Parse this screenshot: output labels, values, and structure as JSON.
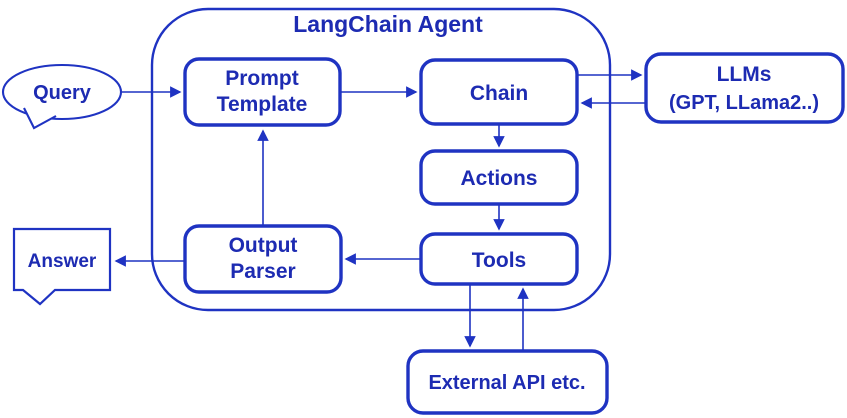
{
  "diagram": {
    "title": "LangChain Agent",
    "colors": {
      "stroke": "#1f33c2",
      "text": "#1d2bb2",
      "background": "#ffffff"
    },
    "nodes": {
      "query": {
        "label": "Query",
        "shape": "speech-bubble"
      },
      "prompt_template": {
        "line1": "Prompt",
        "line2": "Template",
        "shape": "rounded-rect"
      },
      "chain": {
        "label": "Chain",
        "shape": "rounded-rect"
      },
      "llms": {
        "line1": "LLMs",
        "line2": "(GPT, LLama2..)",
        "shape": "rounded-rect"
      },
      "actions": {
        "label": "Actions",
        "shape": "rounded-rect"
      },
      "tools": {
        "label": "Tools",
        "shape": "rounded-rect"
      },
      "output_parser": {
        "line1": "Output",
        "line2": "Parser",
        "shape": "rounded-rect"
      },
      "answer": {
        "label": "Answer",
        "shape": "callout-rectangle"
      },
      "external_api": {
        "label": "External API etc.",
        "shape": "rounded-rect"
      }
    },
    "edges": [
      {
        "from": "query",
        "to": "prompt_template"
      },
      {
        "from": "prompt_template",
        "to": "chain"
      },
      {
        "from": "chain",
        "to": "llms"
      },
      {
        "from": "llms",
        "to": "chain"
      },
      {
        "from": "chain",
        "to": "actions"
      },
      {
        "from": "actions",
        "to": "tools"
      },
      {
        "from": "tools",
        "to": "output_parser"
      },
      {
        "from": "output_parser",
        "to": "prompt_template"
      },
      {
        "from": "output_parser",
        "to": "answer"
      },
      {
        "from": "tools",
        "to": "external_api"
      },
      {
        "from": "external_api",
        "to": "tools"
      }
    ]
  }
}
